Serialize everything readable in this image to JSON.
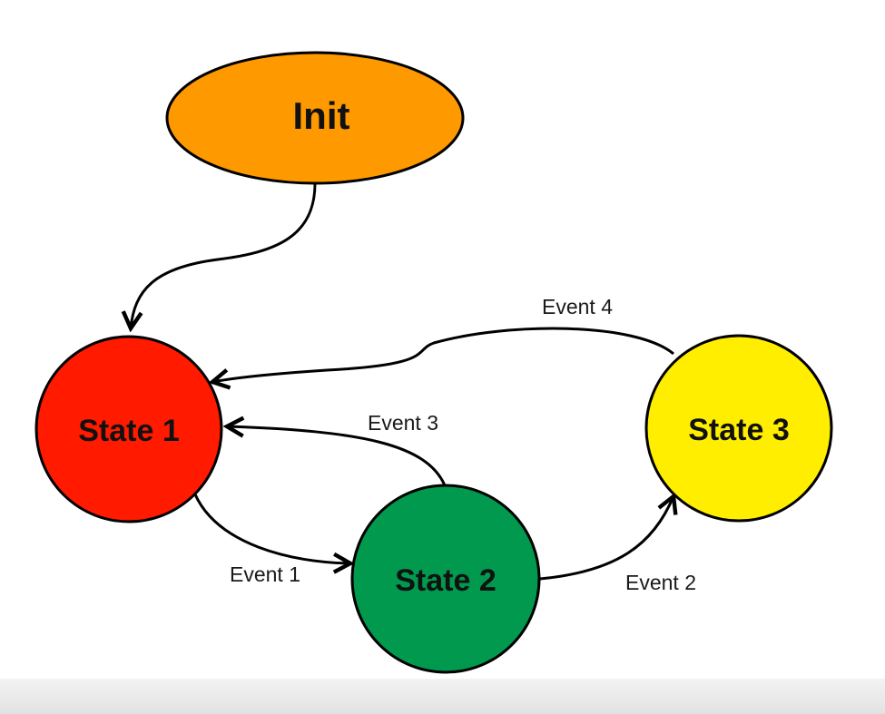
{
  "nodes": {
    "init": {
      "label": "Init",
      "color": "#FF9900"
    },
    "state1": {
      "label": "State 1",
      "color": "#FF1A00"
    },
    "state2": {
      "label": "State 2",
      "color": "#00994D"
    },
    "state3": {
      "label": "State 3",
      "color": "#FFEE00"
    }
  },
  "edges": [
    {
      "from": "Init",
      "to": "State 1",
      "label": ""
    },
    {
      "from": "State 1",
      "to": "State 2",
      "label": "Event 1"
    },
    {
      "from": "State 2",
      "to": "State 3",
      "label": "Event 2"
    },
    {
      "from": "State 2",
      "to": "State 1",
      "label": "Event 3"
    },
    {
      "from": "State 3",
      "to": "State 1",
      "label": "Event 4"
    }
  ]
}
